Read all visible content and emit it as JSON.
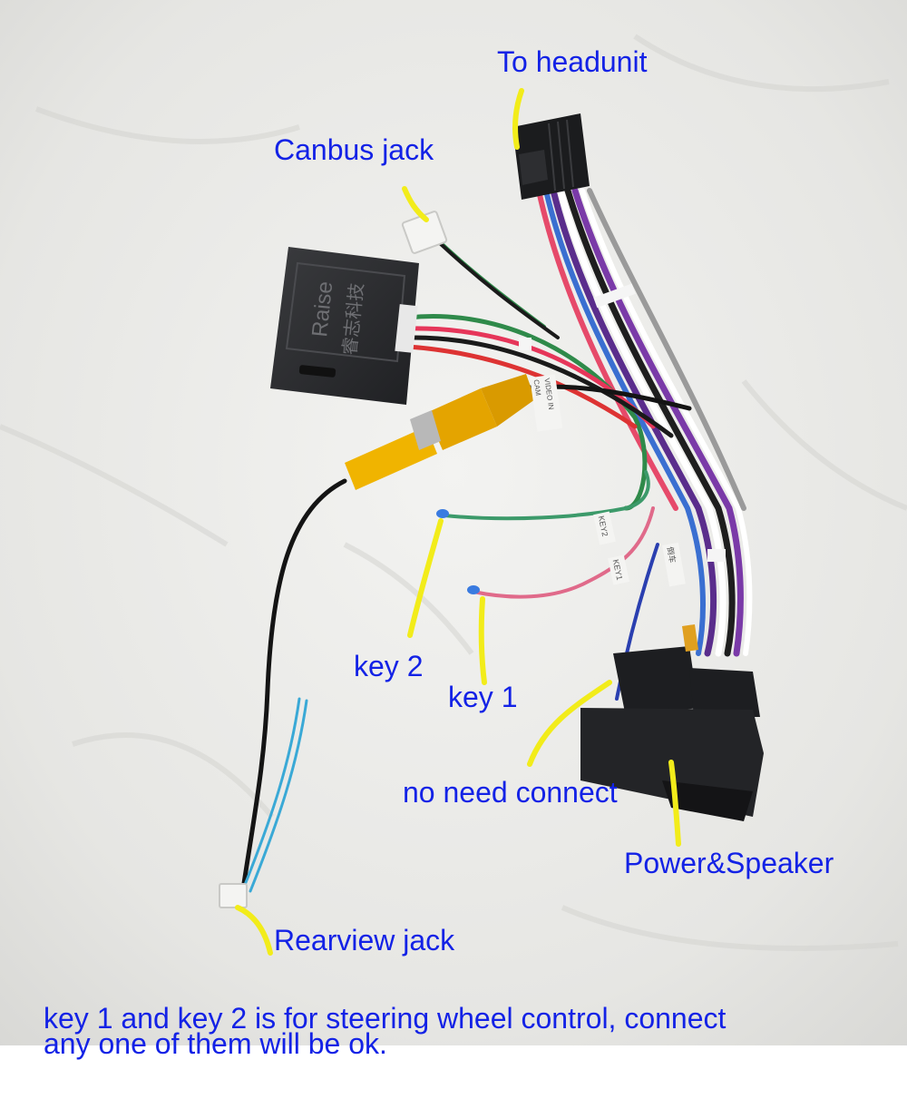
{
  "labels": {
    "to_headunit": "To headunit",
    "canbus_jack": "Canbus jack",
    "key2": "key 2",
    "key1": "key 1",
    "no_need_connect": "no need connect",
    "power_speaker": "Power&Speaker",
    "rearview_jack": "Rearview jack"
  },
  "box_brand": "Raise",
  "box_brand_cn": "睿志科技",
  "wire_tags": {
    "cam": "CAM",
    "video_in": "VIDEO IN",
    "key2": "KEY2",
    "key1": "KEY1",
    "reverse_cn": "倒车"
  },
  "footnote": {
    "line1": "key 1 and key 2 is for steering wheel control, connect",
    "line2": "any one of them will be ok."
  },
  "colors": {
    "label_text": "#1322e6",
    "callout_line": "#f2ec1a",
    "background_cloth": "#e9e9e6"
  }
}
